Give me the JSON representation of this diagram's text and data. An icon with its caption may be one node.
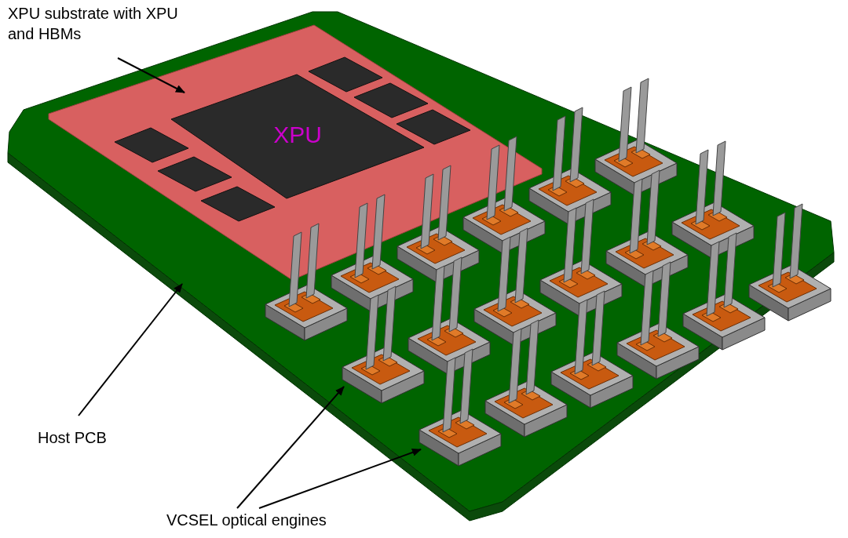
{
  "diagram": {
    "nodes": [
      {
        "text": [
          "XPU substrate with XPU and HBMs"
        ]
      },
      {
        "text": [],
        "shape": "box"
      },
      {
        "text": [],
        "shape": "box",
        "in": 1
      },
      {
        "text": [
          "XPU"
        ],
        "in": 2
      },
      {
        "text": [],
        "shape": "box",
        "in": 2
      },
      {
        "text": [],
        "shape": "box",
        "in": 2
      },
      {
        "text": [],
        "shape": "box",
        "in": 2
      },
      {
        "text": [],
        "shape": "box",
        "in": 2
      },
      {
        "text": [],
        "shape": "box",
        "in": 2
      },
      {
        "text": [],
        "shape": "box",
        "in": 2
      },
      {
        "text": [
          "Host PCB"
        ]
      },
      {
        "text": [
          "VCSEL optical engines"
        ]
      },
      {
        "text": [],
        "shape": "picture",
        "in": 1
      },
      {
        "text": [],
        "shape": "picture",
        "in": 1
      },
      {
        "text": [],
        "shape": "picture",
        "in": 1
      },
      {
        "text": [],
        "shape": "picture",
        "in": 1
      },
      {
        "text": [],
        "shape": "picture",
        "in": 1
      },
      {
        "text": [],
        "shape": "picture",
        "in": 1
      },
      {
        "text": [],
        "shape": "picture",
        "in": 1
      },
      {
        "text": [],
        "shape": "picture",
        "in": 1
      },
      {
        "text": [],
        "shape": "picture",
        "in": 1
      },
      {
        "text": [],
        "shape": "picture",
        "in": 1
      },
      {
        "text": [],
        "shape": "picture",
        "in": 1
      },
      {
        "text": [],
        "shape": "picture",
        "in": 1
      },
      {
        "text": [],
        "shape": "picture",
        "in": 1
      },
      {
        "text": [],
        "shape": "picture",
        "in": 1
      },
      {
        "text": [],
        "shape": "picture",
        "in": 1
      },
      {
        "text": [],
        "shape": "picture",
        "in": 1
      },
      {
        "text": [],
        "shape": "picture",
        "in": 1
      },
      {
        "text": [],
        "shape": "picture",
        "in": 1
      }
    ],
    "edges": [
      {
        "from": 0,
        "to": 2,
        "arrow": "to"
      },
      {
        "from": 10,
        "to": 1,
        "arrow": "to"
      },
      {
        "from": 11,
        "to": 18,
        "arrow": "to"
      },
      {
        "from": 11,
        "to": 24,
        "arrow": "to"
      }
    ]
  }
}
